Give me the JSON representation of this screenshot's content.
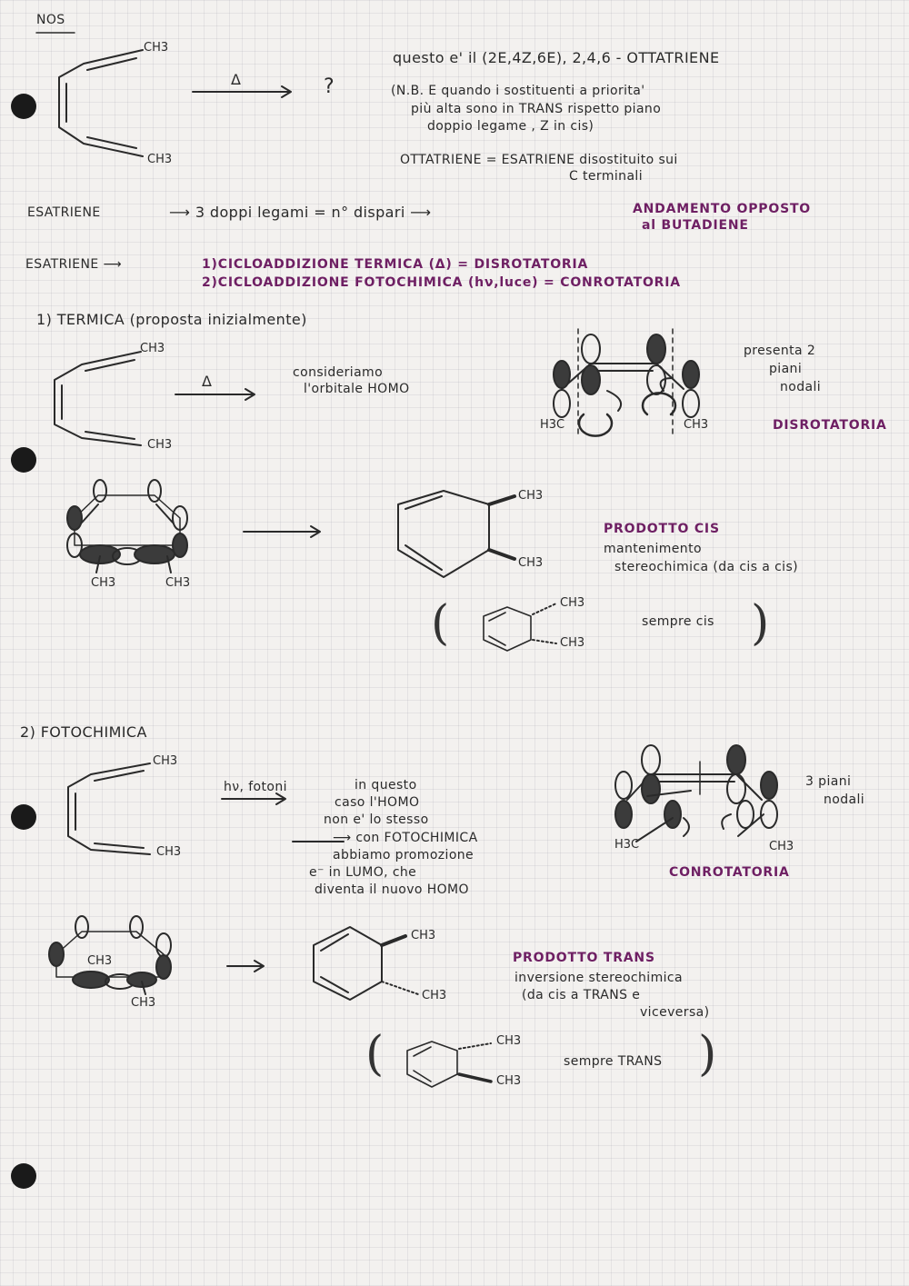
{
  "header": {
    "mark": "NOS"
  },
  "q_mark": "?",
  "delta": "Δ",
  "intro": {
    "name": "questo e' il (2E,4Z,6E), 2,4,6 - OTTATRIENE",
    "nb1": "(N.B. E quando i sostituenti a priorita'",
    "nb2": "più alta sono in TRANS rispetto piano",
    "nb3": "doppio legame , Z in cis)",
    "ott1": "OTTATRIENE = ESATRIENE disostituito sui",
    "ott2": "C terminali"
  },
  "esatriene1": {
    "left": "ESATRIENE",
    "mid": "⟶ 3 doppi legami = n° dispari ⟶",
    "hl1": "ANDAMENTO OPPOSTO",
    "hl2": "al BUTADIENE"
  },
  "esatriene2": {
    "left": "ESATRIENE ⟶",
    "l1": "1)CICLOADDIZIONE TERMICA (Δ) = DISROTATORIA",
    "l2": "2)CICLOADDIZIONE FOTOCHIMICA (hν,luce) = CONROTATORIA"
  },
  "termica": {
    "heading": "1) TERMICA (proposta inizialmente)",
    "consider1": "consideriamo",
    "consider2": "l'orbitale HOMO",
    "nodal1": "presenta 2",
    "nodal2": "piani",
    "nodal3": "nodali",
    "rot": "DISROTATORIA",
    "prod": "PRODOTTO CIS",
    "desc1": "mantenimento",
    "desc2": "stereochimica (da cis a cis)",
    "always": "sempre cis"
  },
  "foto": {
    "heading": "2) FOTOCHIMICA",
    "arrow_label": "hν, fotoni",
    "t1": "in questo",
    "t2": "caso l'HOMO",
    "t3": "non e' lo stesso",
    "t4": "⟶ con FOTOCHIMICA",
    "t5": "abbiamo promozione",
    "t6": "e⁻ in LUMO, che",
    "t7": "diventa il nuovo HOMO",
    "nodal1": "3 piani",
    "nodal2": "nodali",
    "rot": "CONROTATORIA",
    "prod": "PRODOTTO TRANS",
    "desc1": "inversione stereochimica",
    "desc2": "(da cis a TRANS e",
    "desc3": "viceversa)",
    "always": "sempre TRANS"
  },
  "labels": {
    "ch3": "CH3",
    "h3c": "H3C"
  }
}
